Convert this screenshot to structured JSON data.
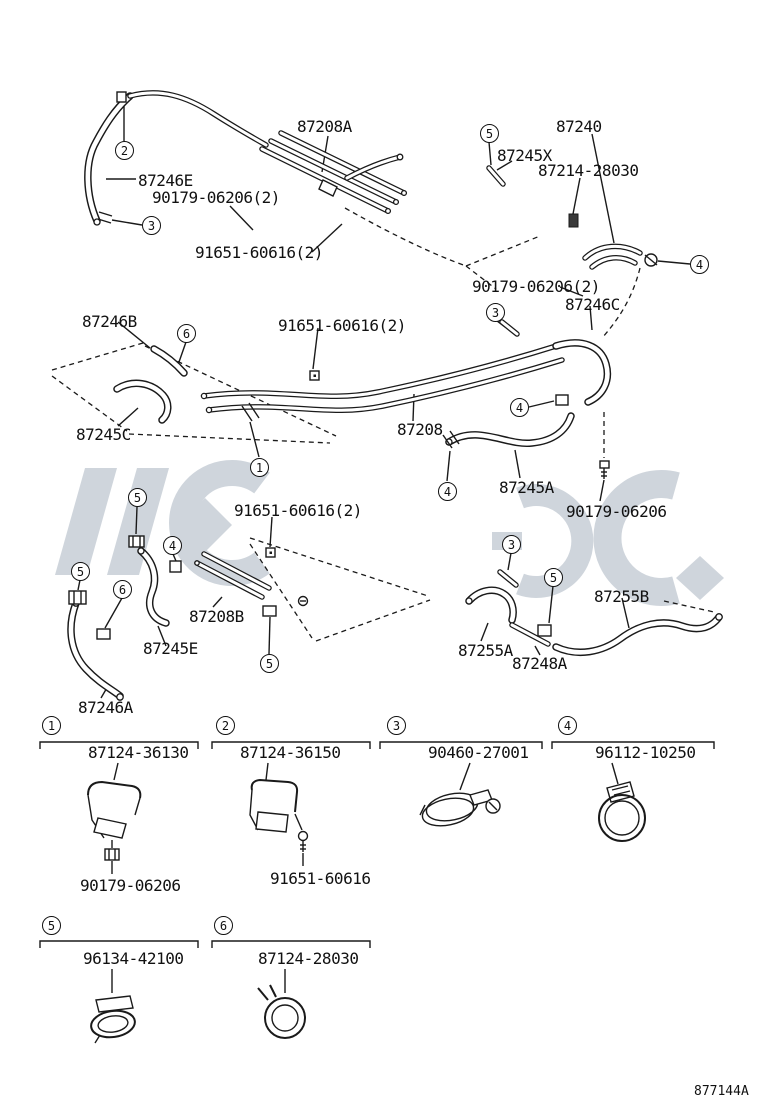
{
  "page": {
    "drawing_number": "877144A"
  },
  "labels": {
    "l_87208A": "87208A",
    "l_87240": "87240",
    "l_87245X": "87245X",
    "l_87214_28030": "87214-28030",
    "l_87246E": "87246E",
    "l_90179_06206_2_a": "90179-06206(2)",
    "l_91651_60616_2_a": "91651-60616(2)",
    "l_90179_06206_2_b": "90179-06206(2)",
    "l_87246C": "87246C",
    "l_87246B": "87246B",
    "l_91651_60616_2_b": "91651-60616(2)",
    "l_87245C": "87245C",
    "l_87208": "87208",
    "l_87245A": "87245A",
    "l_90179_06206": "90179-06206",
    "l_91651_60616_2_c": "91651-60616(2)",
    "l_87208B": "87208B",
    "l_87255B": "87255B",
    "l_87245E": "87245E",
    "l_87255A": "87255A",
    "l_87248A": "87248A",
    "l_87246A": "87246A"
  },
  "callouts": [
    "2",
    "5",
    "3",
    "4",
    "3",
    "6",
    "4",
    "1",
    "4",
    "5",
    "4",
    "3",
    "5",
    "6",
    "5",
    "5"
  ],
  "legend": {
    "rows": [
      {
        "items": [
          {
            "num": "1",
            "part": "87124-36130",
            "sub": "90179-06206"
          },
          {
            "num": "2",
            "part": "87124-36150",
            "sub": "91651-60616"
          },
          {
            "num": "3",
            "part": "90460-27001",
            "sub": ""
          },
          {
            "num": "4",
            "part": "96112-10250",
            "sub": ""
          }
        ]
      },
      {
        "items": [
          {
            "num": "5",
            "part": "96134-42100",
            "sub": ""
          },
          {
            "num": "6",
            "part": "87124-28030",
            "sub": ""
          }
        ]
      }
    ]
  }
}
